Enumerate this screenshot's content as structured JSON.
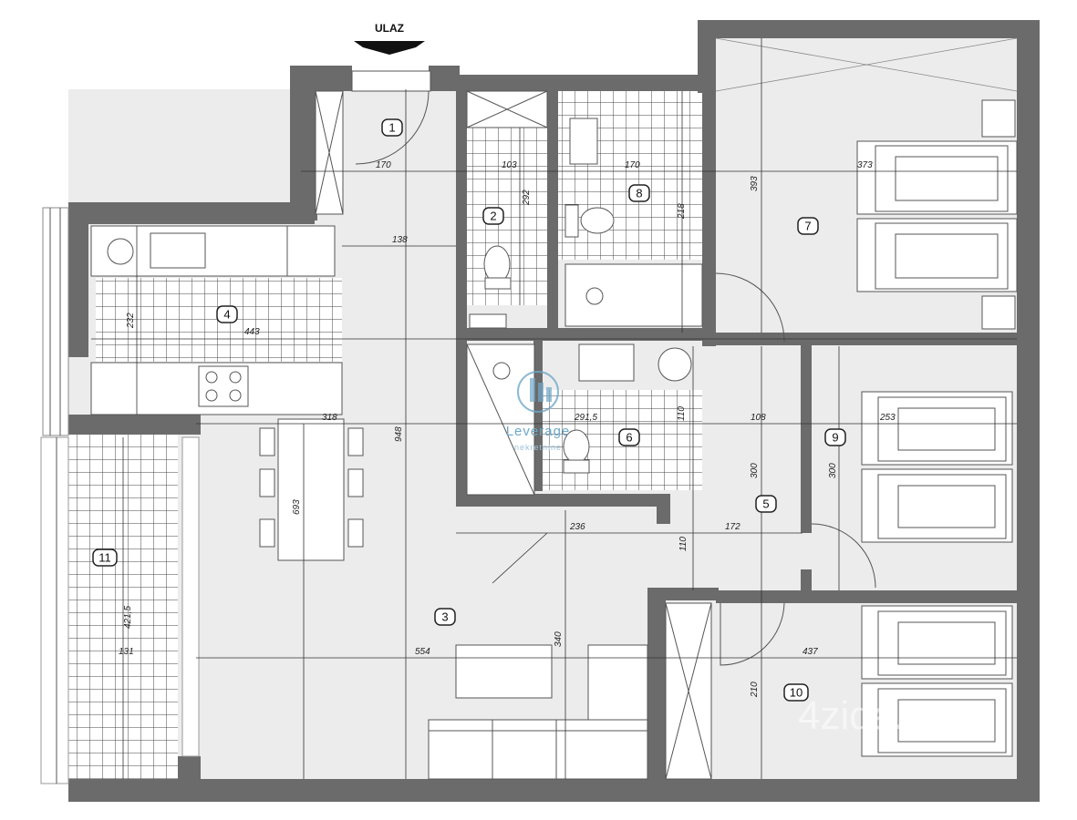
{
  "entrance_label": "ULAZ",
  "rooms": [
    {
      "id": "1"
    },
    {
      "id": "2"
    },
    {
      "id": "3"
    },
    {
      "id": "4"
    },
    {
      "id": "5"
    },
    {
      "id": "6"
    },
    {
      "id": "7"
    },
    {
      "id": "8"
    },
    {
      "id": "9"
    },
    {
      "id": "10"
    },
    {
      "id": "11"
    }
  ],
  "dimensions": [
    "170",
    "103",
    "170",
    "373",
    "393",
    "138",
    "292",
    "218",
    "443",
    "232",
    "318",
    "948",
    "291,5",
    "110",
    "108",
    "253",
    "693",
    "300",
    "300",
    "236",
    "172",
    "110",
    "421,5",
    "131",
    "554",
    "340",
    "437",
    "210"
  ],
  "logo": {
    "name": "Leverage",
    "sub": "nekretnine"
  },
  "watermark": "4zida.r",
  "colors": {
    "wall": "#6b6b6b",
    "floor": "#ececec",
    "logo": "#6fa8c8"
  }
}
